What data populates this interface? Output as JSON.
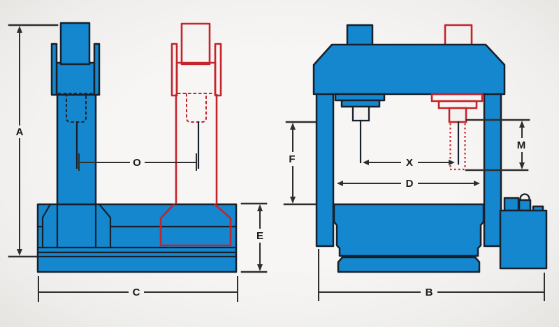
{
  "colors": {
    "machine_blue": "#1587ce",
    "outline_dark": "#17202b",
    "phantom_red": "#c4242c",
    "dimension_gray": "#2e2e2e",
    "background": "#f4f2f0"
  },
  "side_view": {
    "dims": {
      "A": "A",
      "O": "O",
      "C": "C",
      "E": "E"
    }
  },
  "front_view": {
    "dims": {
      "F": "F",
      "X": "X",
      "D": "D",
      "M": "M",
      "B": "B"
    }
  }
}
